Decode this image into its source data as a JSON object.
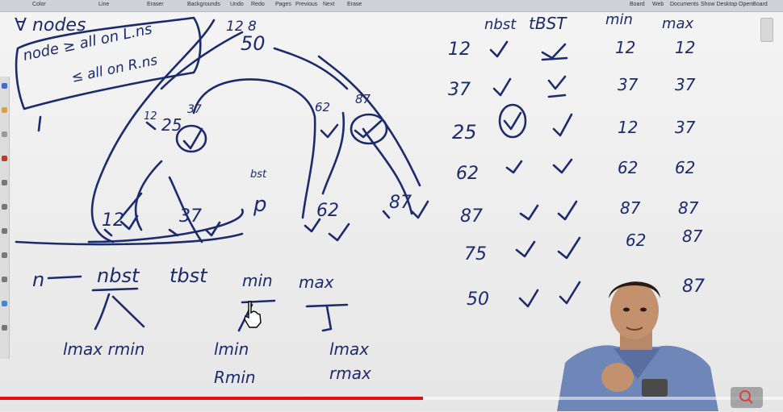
{
  "toolbar": {
    "items": [
      {
        "label": "Color",
        "icon": "color-icon"
      },
      {
        "label": "Line",
        "icon": "line-icon"
      },
      {
        "label": "Eraser",
        "icon": "eraser-icon"
      },
      {
        "label": "Backgrounds",
        "icon": "backgrounds-icon"
      },
      {
        "label": "Undo",
        "icon": "undo-icon"
      },
      {
        "label": "Redo",
        "icon": "redo-icon"
      },
      {
        "label": "Pages",
        "icon": "pages-icon"
      },
      {
        "label": "Previous",
        "icon": "previous-icon"
      },
      {
        "label": "Next",
        "icon": "next-icon"
      },
      {
        "label": "Erase",
        "icon": "erase-icon"
      },
      {
        "label": "Board",
        "icon": "board-icon"
      },
      {
        "label": "Web",
        "icon": "web-icon"
      },
      {
        "label": "Documents",
        "icon": "documents-icon"
      },
      {
        "label": "Show Desktop",
        "icon": "show-desktop-icon"
      },
      {
        "label": "OpenBoard",
        "icon": "openboard-icon"
      }
    ]
  },
  "board": {
    "top_note": "∀ nodes",
    "box_line1": "node ≥ all on L.ns",
    "box_line2": "≤ all on R.ns",
    "tree": {
      "root": "50",
      "root_label": "12 8",
      "n1": "25",
      "n1_tag": "12",
      "n1_tag2": "37",
      "n2": "12",
      "n3": "37",
      "n4": "62",
      "n5": "87",
      "n6": "62",
      "n7": "87",
      "p_label": "p",
      "bst_label": "bst"
    },
    "formula": {
      "lhs": "n",
      "terms": [
        "nbst",
        "tbst",
        "min",
        "max"
      ],
      "sub1": "lmax  rmin",
      "sub2a": "lmin",
      "sub2b": "Rmin",
      "sub3a": "lmax",
      "sub3b": "rmax"
    },
    "table": {
      "headers": [
        "nbst",
        "tBST",
        "min",
        "max"
      ],
      "rows": [
        {
          "node": "12",
          "nbst": "✓",
          "tbst": "✓",
          "min": "12",
          "max": "12"
        },
        {
          "node": "37",
          "nbst": "✓",
          "tbst": "✓",
          "min": "37",
          "max": "37"
        },
        {
          "node": "25",
          "nbst": "✓",
          "tbst": "✓",
          "min": "12",
          "max": "37"
        },
        {
          "node": "62",
          "nbst": "✓",
          "tbst": "✓",
          "min": "62",
          "max": "62"
        },
        {
          "node": "87",
          "nbst": "✓",
          "tbst": "✓",
          "min": "87",
          "max": "87"
        },
        {
          "node": "75",
          "nbst": "✓",
          "tbst": "✓",
          "min": "62",
          "max": "87"
        },
        {
          "node": "50",
          "nbst": "✓",
          "tbst": "✓",
          "min": "",
          "max": "87"
        }
      ]
    }
  },
  "player": {
    "progress": 0.54,
    "progress_color": "#e01010",
    "zoom_icon": "zoom-icon"
  },
  "colors": {
    "ink": "#1c2a6e",
    "board": "#f1f1f1",
    "toolbar": "#cfd2d6"
  }
}
